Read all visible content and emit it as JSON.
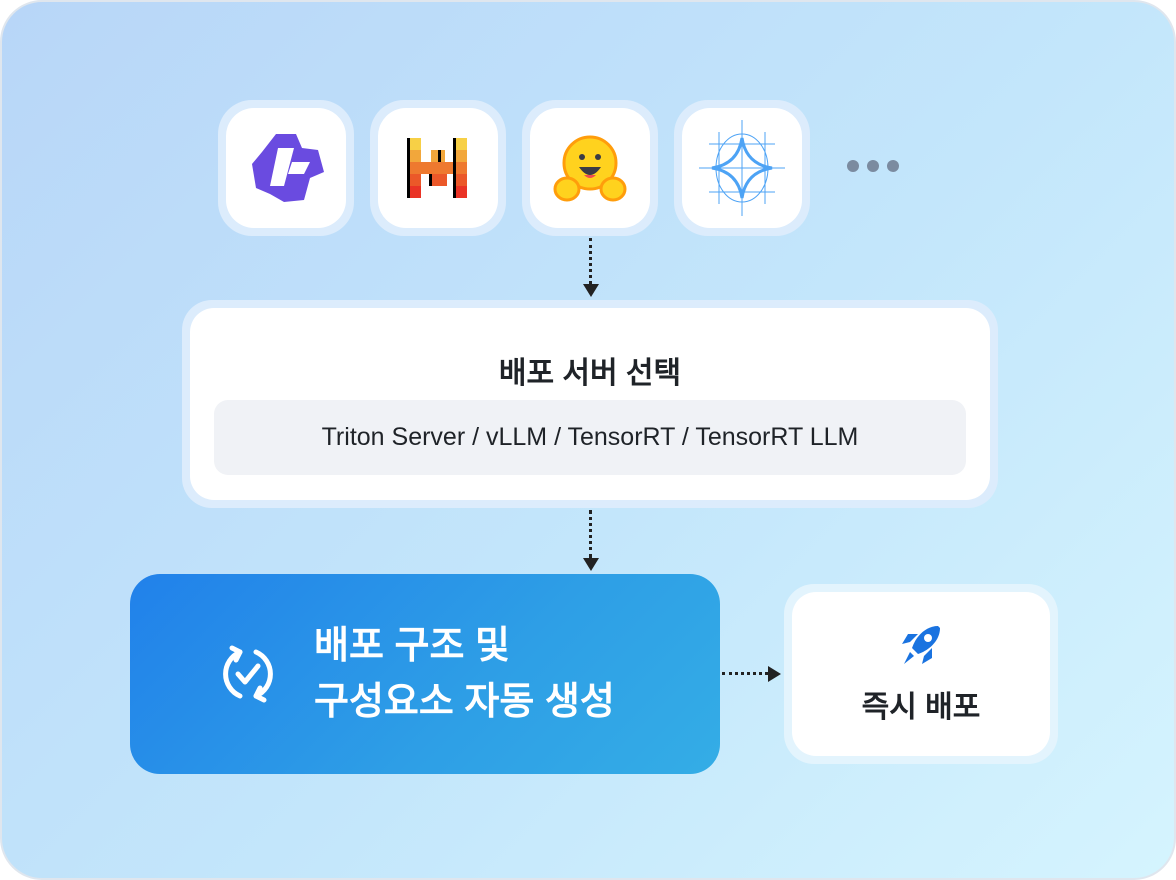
{
  "models": [
    {
      "name": "qwen-logo"
    },
    {
      "name": "mistral-logo"
    },
    {
      "name": "huggingface-logo"
    },
    {
      "name": "gemini-logo"
    }
  ],
  "server": {
    "title": "배포 서버 선택",
    "options": "Triton Server / vLLM / TensorRT / TensorRT LLM"
  },
  "generate": {
    "line1": "배포 구조 및",
    "line2": "구성요소 자동 생성"
  },
  "deploy": {
    "label": "즉시 배포"
  },
  "colors": {
    "accent": "#2181ea",
    "rocket": "#1a73e0"
  }
}
